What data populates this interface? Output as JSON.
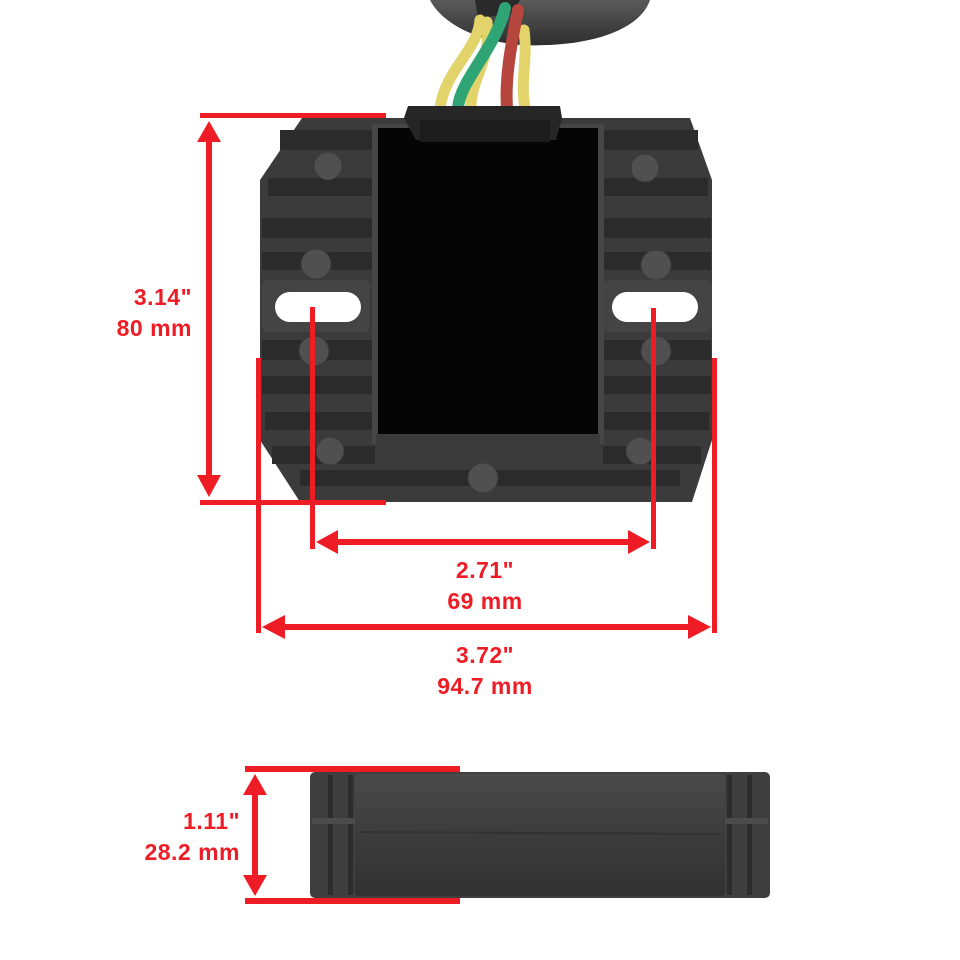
{
  "product": {
    "name": "voltage-regulator-rectifier",
    "wire_colors": [
      "#e4d66a",
      "#2fa474",
      "#b5453d",
      "#e4d66a",
      "#e4d66a"
    ],
    "housing_color": "#3a3a3a",
    "center_panel_color": "#050505"
  },
  "annotation_color": "#ee1c25",
  "dimensions": {
    "height": {
      "inches": "3.14\"",
      "mm": "80 mm"
    },
    "mount_hole_spacing": {
      "inches": "2.71\"",
      "mm": "69 mm"
    },
    "width": {
      "inches": "3.72\"",
      "mm": "94.7 mm"
    },
    "thickness": {
      "inches": "1.11\"",
      "mm": "28.2 mm"
    }
  },
  "views": [
    "top-view",
    "side-view"
  ]
}
